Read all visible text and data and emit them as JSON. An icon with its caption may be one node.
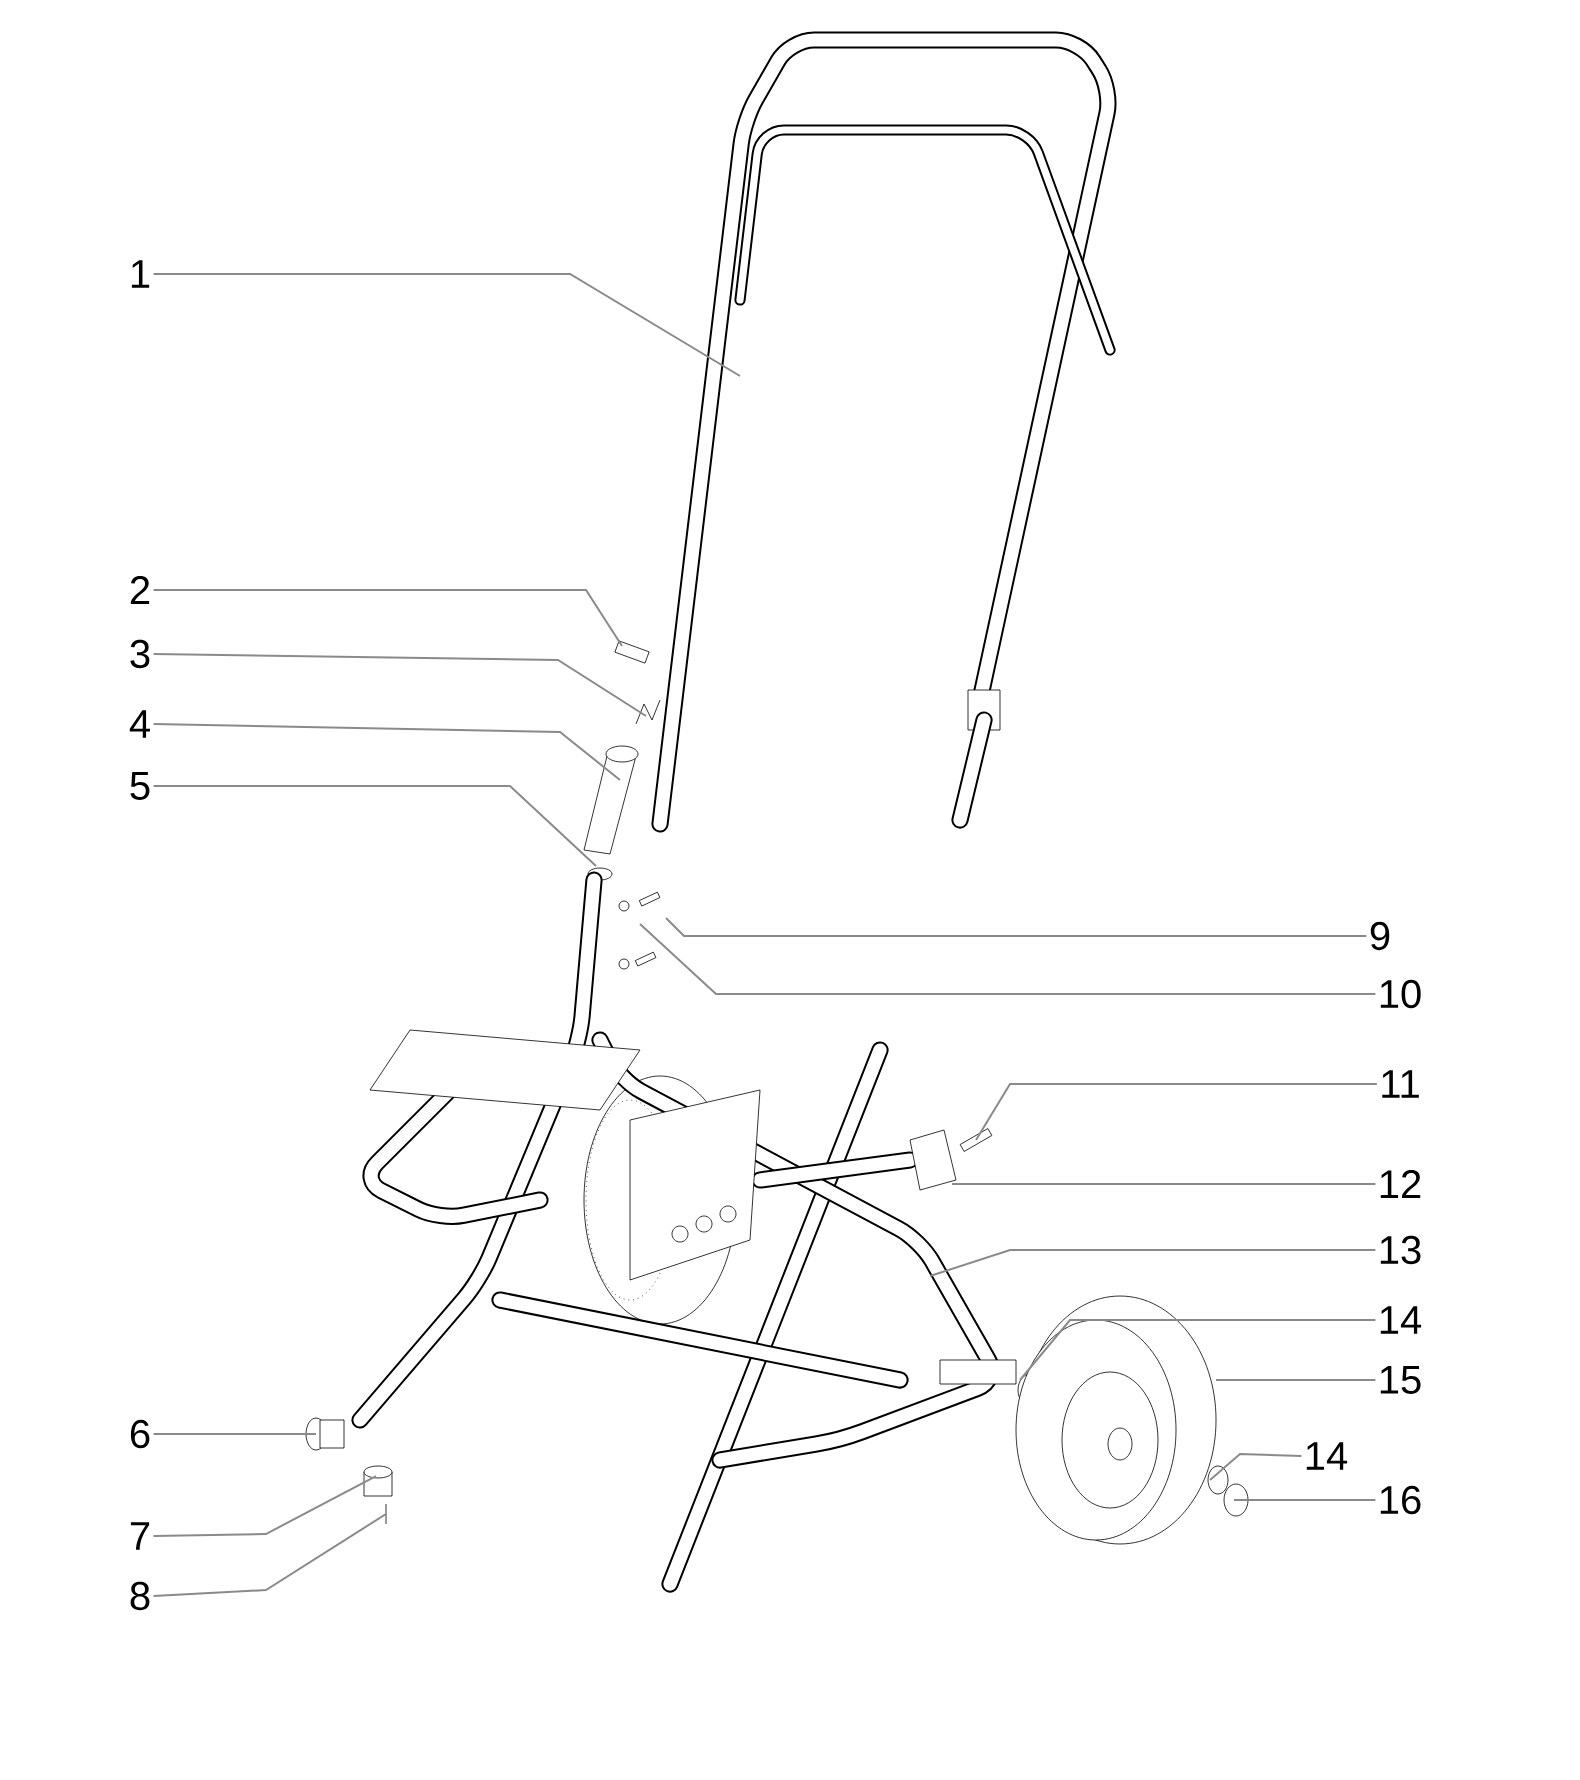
{
  "diagram": {
    "nodes": [
      {
        "text": [
          "1"
        ]
      },
      {
        "text": [
          "2"
        ]
      },
      {
        "text": [
          "3"
        ]
      },
      {
        "text": [
          "4"
        ]
      },
      {
        "text": [
          "5"
        ]
      },
      {
        "text": [
          "6"
        ]
      },
      {
        "text": [
          "7"
        ]
      },
      {
        "text": [
          "8"
        ]
      },
      {
        "text": [
          "9"
        ]
      },
      {
        "text": [
          "10"
        ]
      },
      {
        "text": [
          "11"
        ]
      },
      {
        "text": [
          "12"
        ]
      },
      {
        "text": [
          "13"
        ]
      },
      {
        "text": [
          "14"
        ]
      },
      {
        "text": [
          "15"
        ]
      },
      {
        "text": [
          "14"
        ]
      },
      {
        "text": [
          "16"
        ]
      }
    ],
    "edges": [
      {
        "from": 0,
        "to": null,
        "arrow": "none"
      },
      {
        "from": 1,
        "to": null,
        "arrow": "none"
      },
      {
        "from": 2,
        "to": null,
        "arrow": "none"
      },
      {
        "from": 3,
        "to": null,
        "arrow": "none"
      },
      {
        "from": 4,
        "to": null,
        "arrow": "none"
      },
      {
        "from": 5,
        "to": null,
        "arrow": "none"
      },
      {
        "from": 6,
        "to": null,
        "arrow": "none"
      },
      {
        "from": 7,
        "to": null,
        "arrow": "none"
      },
      {
        "from": 8,
        "to": null,
        "arrow": "none"
      },
      {
        "from": 9,
        "to": null,
        "arrow": "none"
      },
      {
        "from": 10,
        "to": null,
        "arrow": "none"
      },
      {
        "from": 11,
        "to": null,
        "arrow": "none"
      },
      {
        "from": 12,
        "to": null,
        "arrow": "none"
      },
      {
        "from": 13,
        "to": null,
        "arrow": "none"
      },
      {
        "from": 14,
        "to": null,
        "arrow": "none"
      },
      {
        "from": 15,
        "to": null,
        "arrow": "none"
      },
      {
        "from": 16,
        "to": null,
        "arrow": "none"
      }
    ]
  }
}
